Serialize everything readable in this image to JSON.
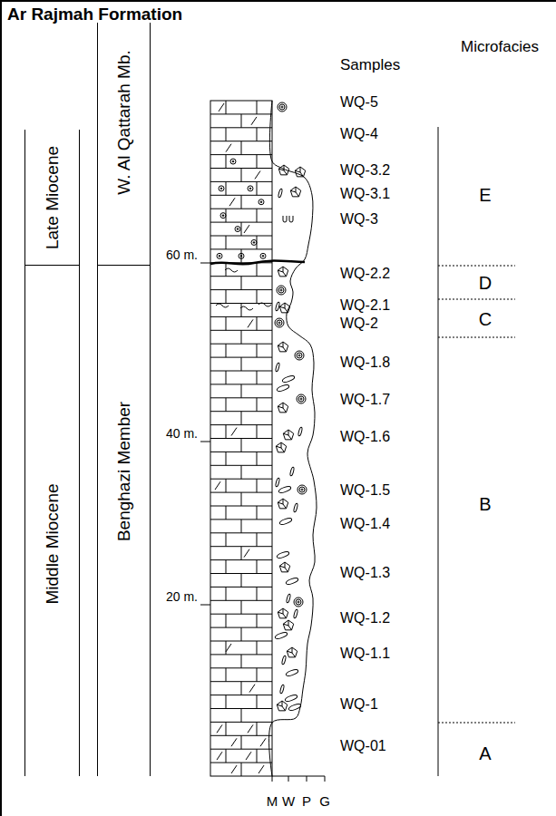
{
  "diagram": {
    "title": "Ar Rajmah Formation",
    "nodes": [
      {
        "text": [
          "Late Miocene"
        ]
      },
      {
        "text": [
          "Middle Miocene"
        ]
      },
      {
        "text": [
          "W. Al Qattarah Mb."
        ]
      },
      {
        "text": [
          "Benghazi Member"
        ]
      }
    ],
    "labels": [
      "Samples",
      "Microfacies",
      "60 m.",
      "40 m.",
      "20 m.",
      "WQ-5",
      "WQ-4",
      "WQ-3.2",
      "WQ-3.1",
      "WQ-3",
      "WQ-2.2",
      "WQ-2.1",
      "WQ-2",
      "WQ-1.8",
      "WQ-1.7",
      "WQ-1.6",
      "WQ-1.5",
      "WQ-1.4",
      "WQ-1.3",
      "WQ-1.2",
      "WQ-1.1",
      "WQ-1",
      "WQ-01",
      "E",
      "D",
      "C",
      "B",
      "A",
      "M",
      "W",
      "P",
      "G"
    ]
  }
}
